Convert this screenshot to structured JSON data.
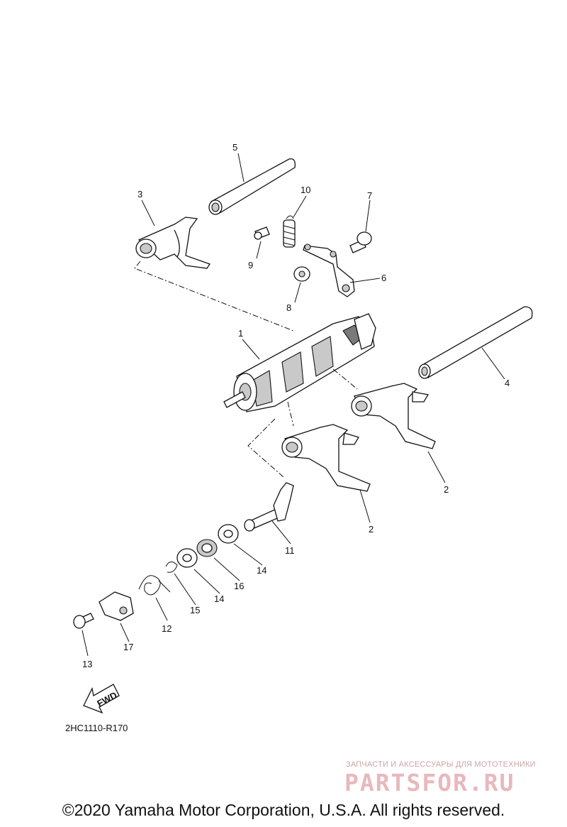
{
  "diagram": {
    "callouts": [
      {
        "id": "p1",
        "label": "1"
      },
      {
        "id": "p2a",
        "label": "2"
      },
      {
        "id": "p2b",
        "label": "2"
      },
      {
        "id": "p3",
        "label": "3"
      },
      {
        "id": "p4",
        "label": "4"
      },
      {
        "id": "p5",
        "label": "5"
      },
      {
        "id": "p6",
        "label": "6"
      },
      {
        "id": "p7",
        "label": "7"
      },
      {
        "id": "p8",
        "label": "8"
      },
      {
        "id": "p9",
        "label": "9"
      },
      {
        "id": "p10",
        "label": "10"
      },
      {
        "id": "p11",
        "label": "11"
      },
      {
        "id": "p12",
        "label": "12"
      },
      {
        "id": "p13",
        "label": "13"
      },
      {
        "id": "p14a",
        "label": "14"
      },
      {
        "id": "p14b",
        "label": "14"
      },
      {
        "id": "p15",
        "label": "15"
      },
      {
        "id": "p16",
        "label": "16"
      },
      {
        "id": "p17",
        "label": "17"
      }
    ],
    "fwd_label": "FWD",
    "reference_code": "2HC1110-R170"
  },
  "watermark": {
    "subtitle": "ЗАПЧАСТИ И АКСЕССУАРЫ ДЛЯ МОТОТЕХНИКИ",
    "logo": "PARTSFOR.RU"
  },
  "footer": {
    "copyright": "©2020 Yamaha Motor Corporation, U.S.A. All rights reserved."
  }
}
